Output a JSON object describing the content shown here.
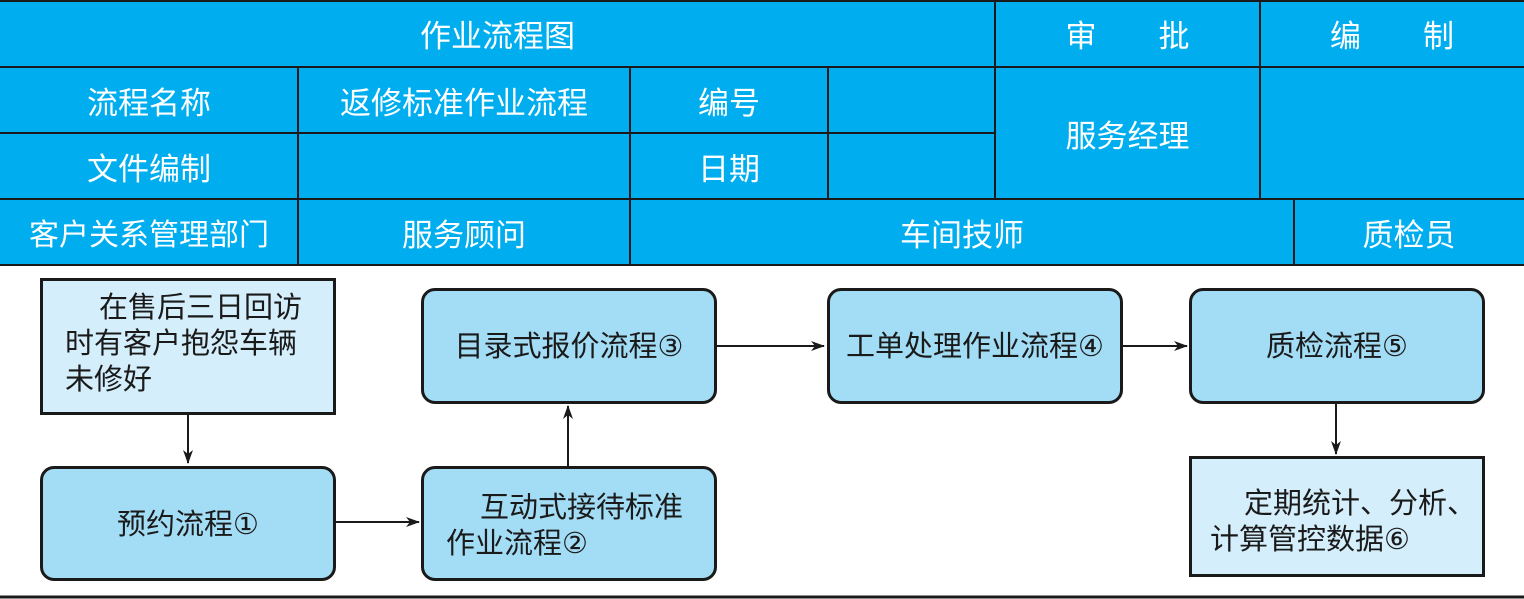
{
  "header": {
    "title": "作业流程图",
    "approve": "审　　批",
    "compile": "编　　制",
    "name_label": "流程名称",
    "name_value": "返修标准作业流程",
    "number_label": "编号",
    "file_label": "文件编制",
    "date_label": "日期",
    "manager": "服务经理",
    "roles": [
      "客户关系管理部门",
      "服务顾问",
      "车间技师",
      "质检员"
    ]
  },
  "flow": {
    "complaint": [
      "在售后三日回访",
      "时有客户抱怨车辆",
      "未修好"
    ],
    "appointment": "预约流程①",
    "reception": [
      "互动式接待标准",
      "作业流程②"
    ],
    "quote": "目录式报价流程③",
    "workorder": "工单处理作业流程④",
    "qc": "质检流程⑤",
    "stats": [
      "定期统计、分析、",
      "计算管控数据⑥"
    ]
  },
  "colors": {
    "header_bg": "#00aeef",
    "header_text": "#ffffff",
    "box_fill": "#a3dcf5",
    "box_fill_light": "#d4eefb",
    "stroke": "#1a1a1a"
  }
}
